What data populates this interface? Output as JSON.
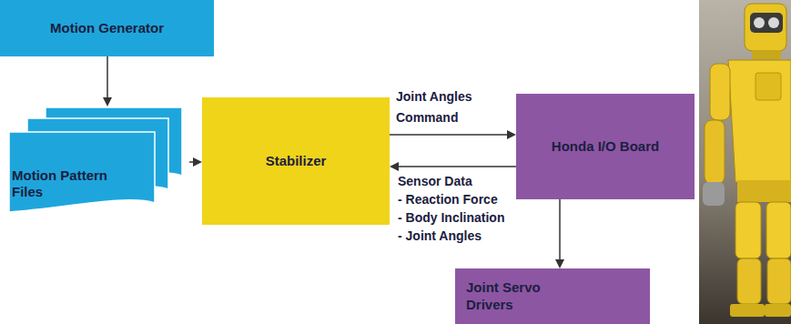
{
  "diagram": {
    "nodes": [
      {
        "text": [
          "Motion Generator"
        ]
      },
      {
        "text": [
          "Motion Pattern Files"
        ]
      },
      {
        "text": [
          "Stabilizer"
        ]
      },
      {
        "text": [
          "Honda I/O Board"
        ]
      },
      {
        "text": [
          "Joint Servo Drivers"
        ]
      }
    ],
    "edges": [
      {
        "from": 0,
        "to": 1,
        "arrow": "to"
      },
      {
        "from": 1,
        "to": 2,
        "arrow": "to"
      },
      {
        "from": 2,
        "to": 3,
        "arrow": "to",
        "label": "Joint Angles Command"
      },
      {
        "from": 3,
        "to": 2,
        "arrow": "to",
        "label": "Sensor Data"
      },
      {
        "from": 3,
        "to": 4,
        "arrow": "to"
      }
    ],
    "labels": [
      "- Reaction Force",
      "- Body Inclination",
      "- Joint Angles"
    ]
  }
}
